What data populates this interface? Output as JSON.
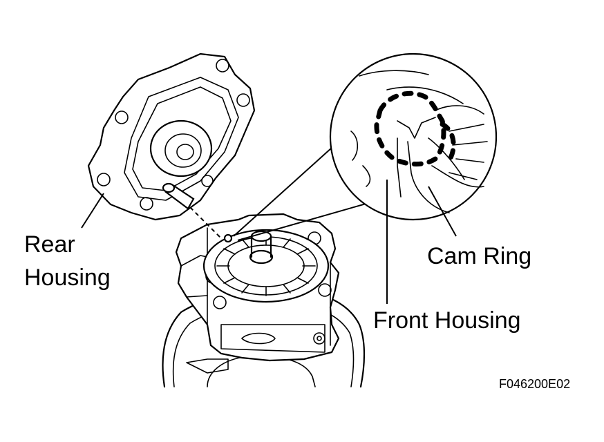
{
  "labels": {
    "rear_housing_line1": "Rear",
    "rear_housing_line2": "Housing",
    "cam_ring": "Cam Ring",
    "front_housing": "Front Housing",
    "figure_code": "F046200E02"
  },
  "colors": {
    "line": "#000000",
    "background": "#ffffff"
  }
}
